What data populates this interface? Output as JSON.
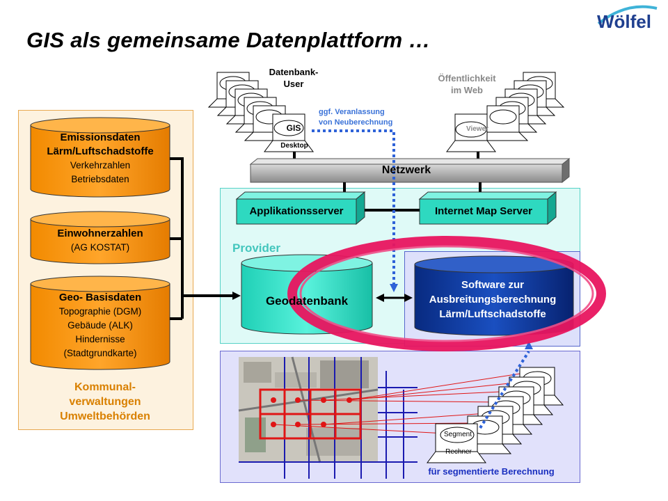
{
  "title": "GIS als gemeinsame Datenplattform …",
  "logo": {
    "text": "Wölfel"
  },
  "left_panel": {
    "databases": [
      {
        "title_lines": [
          "Emissionsdaten",
          "Lärm/Luftschadstoffe"
        ],
        "detail_lines": [
          "Verkehrzahlen",
          "Betriebsdaten"
        ]
      },
      {
        "title_lines": [
          "Einwohnerzahlen"
        ],
        "detail_lines": [
          "(AG KOSTAT)"
        ]
      },
      {
        "title_lines": [
          "Geo- Basisdaten"
        ],
        "detail_lines": [
          "Topographie  (DGM)",
          "Gebäude  (ALK)",
          "Hindernisse",
          "(Stadtgrundkarte)"
        ]
      }
    ],
    "caption_lines": [
      "Kommunal-",
      "verwaltungen",
      "Umweltbehörden"
    ]
  },
  "top": {
    "db_user_lines": [
      "Datenbank-",
      "User"
    ],
    "public_lines": [
      "Öffentlichkeit",
      "im Web"
    ],
    "gis_label": "GIS",
    "desktop_label": "Desktop",
    "viewer_label": "Viewer",
    "recalc_lines": [
      "ggf. Veranlassung",
      "von Neuberechnung"
    ],
    "network_label": "Netzwerk"
  },
  "provider": {
    "label": "Provider",
    "app_server": "Applikationsserver",
    "map_server": "Internet Map Server",
    "geo_db_label": "Geodatenbank",
    "software_lines": [
      "Software zur",
      "Ausbreitungsberechnung",
      "Lärm/Luftschadstoffe"
    ]
  },
  "bottom": {
    "segment_label": "Segment",
    "rechner_label": "Rechner",
    "caption": "für segmentierte Berechnung"
  },
  "colors": {
    "orange": "#f7930a",
    "teal": "#37e0c8",
    "navy": "#0a2f8f",
    "ring_red": "#e8155f",
    "network_gray": "#9a9a9a"
  }
}
